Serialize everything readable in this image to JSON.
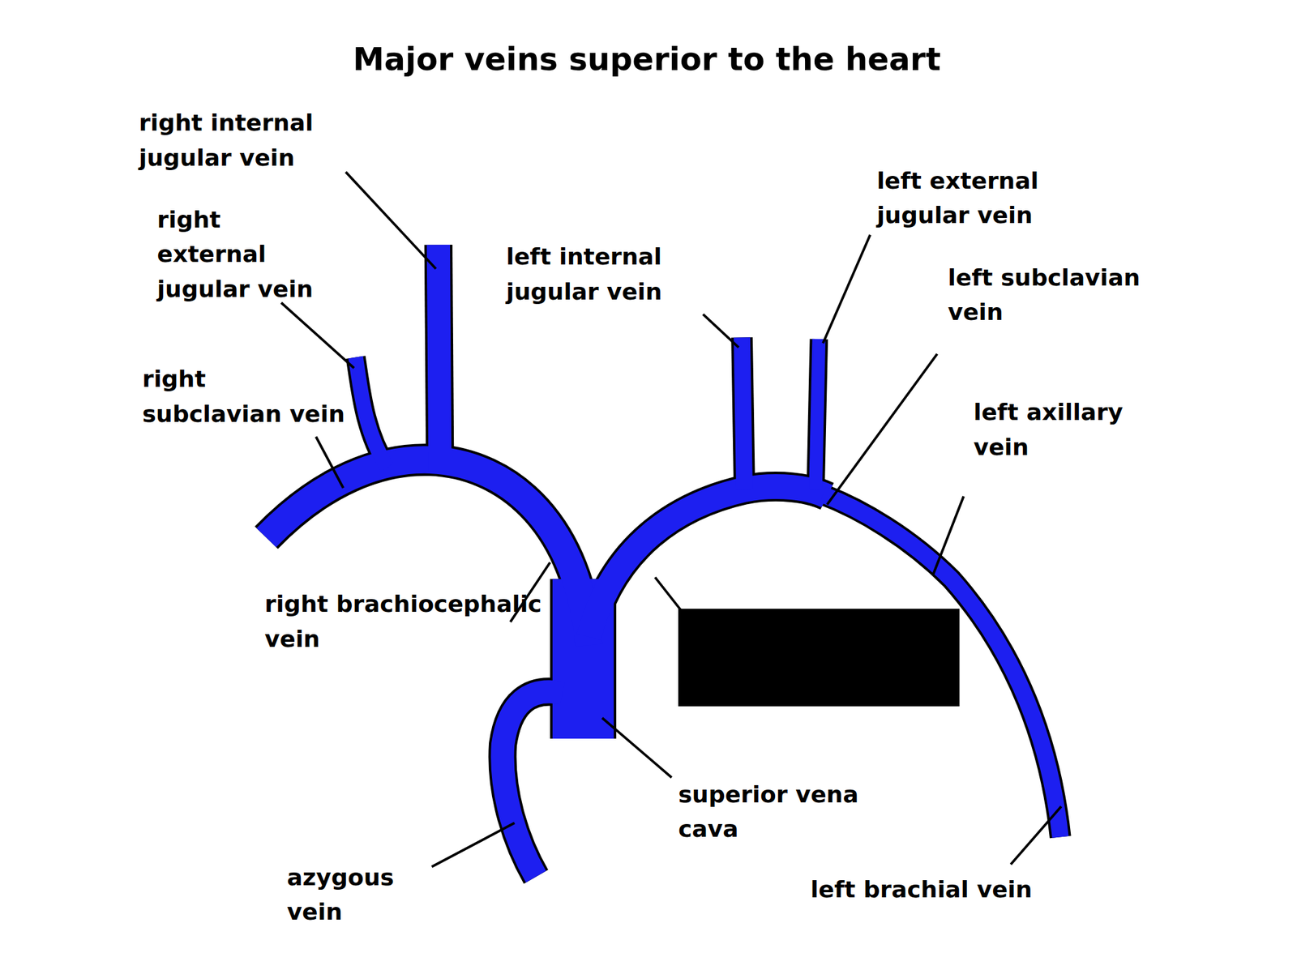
{
  "diagram": {
    "title": "Major veins superior to the heart",
    "labels": [
      "right internal jugular vein",
      "right external jugular vein",
      "right subclavian vein",
      "left internal jugular vein",
      "left external jugular vein",
      "left subclavian vein",
      "left axillary vein",
      "right brachiocephalic vein",
      "superior vena cava",
      "azygous vein",
      "left brachial vein"
    ]
  }
}
